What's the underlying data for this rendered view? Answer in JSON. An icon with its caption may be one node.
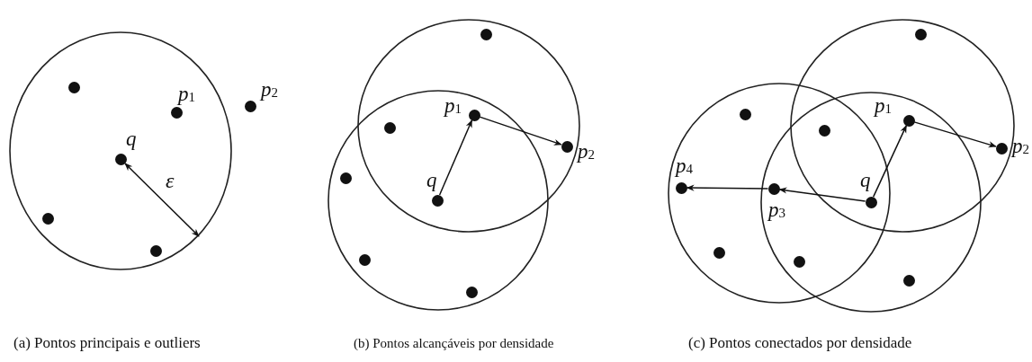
{
  "diagram": {
    "nodes": [
      {
        "text": [],
        "shape": "circle"
      },
      {
        "text": [],
        "shape": "circle",
        "beside": [
          "*p*$_{2}$"
        ]
      },
      {
        "text": [],
        "shape": "circle",
        "beside": [
          "*p*$_{1}$"
        ]
      },
      {
        "text": [],
        "shape": "circle",
        "beside": [
          "q"
        ]
      },
      {
        "text": [],
        "shape": "circle"
      },
      {
        "text": [],
        "shape": "circle"
      },
      {
        "text": [],
        "shape": "circle"
      },
      {
        "text": [],
        "shape": "circle",
        "beside": [
          "*p*$_{1}$"
        ]
      },
      {
        "text": [],
        "shape": "circle"
      },
      {
        "text": [],
        "shape": "circle",
        "beside": [
          "*p*$_{2}$"
        ]
      },
      {
        "text": [],
        "shape": "circle"
      },
      {
        "text": [],
        "shape": "circle",
        "beside": [
          "q"
        ]
      },
      {
        "text": [],
        "shape": "circle"
      },
      {
        "text": [],
        "shape": "circle"
      },
      {
        "text": [],
        "shape": "circle"
      },
      {
        "text": [],
        "shape": "circle"
      },
      {
        "text": [],
        "shape": "circle",
        "beside": [
          "*p*$_{1}$"
        ]
      },
      {
        "text": [],
        "shape": "circle"
      },
      {
        "text": [],
        "shape": "circle",
        "beside": [
          "*p*$_{2}$"
        ]
      },
      {
        "text": [],
        "shape": "circle",
        "beside": [
          "*p*$_{4}$"
        ]
      },
      {
        "text": [],
        "shape": "circle",
        "beside": [
          "*p*$_{3}$"
        ]
      },
      {
        "text": [],
        "shape": "circle",
        "beside": [
          "q"
        ]
      },
      {
        "text": [],
        "shape": "circle"
      },
      {
        "text": [],
        "shape": "circle"
      },
      {
        "text": [],
        "shape": "circle"
      }
    ],
    "edges": [
      {
        "from": 11,
        "to": 7,
        "arrow": "to"
      },
      {
        "from": 7,
        "to": 9,
        "arrow": "to"
      },
      {
        "from": 21,
        "to": 16,
        "arrow": "to"
      },
      {
        "from": 16,
        "to": 18,
        "arrow": "to"
      },
      {
        "from": 21,
        "to": 20,
        "arrow": "to"
      },
      {
        "from": 20,
        "to": 19,
        "arrow": "to"
      }
    ],
    "labels": [
      "ε",
      "(a) Pontos principais e outliers",
      "(b) Pontos alcançáveis por densidade",
      "(c) Pontos conectados por densidade"
    ]
  }
}
